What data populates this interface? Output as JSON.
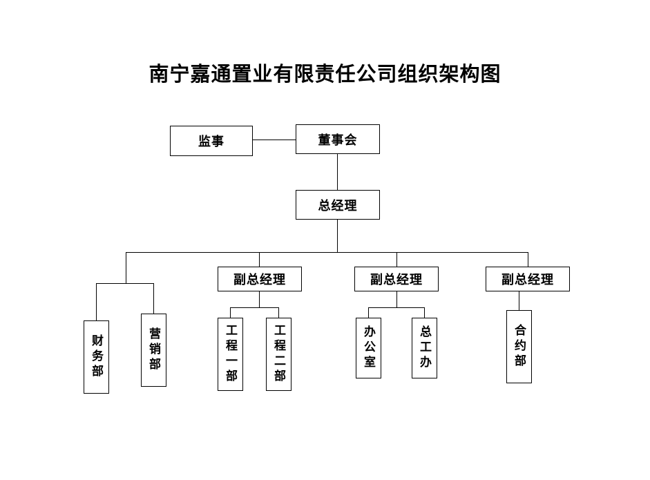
{
  "page": {
    "title": "南宁嘉通置业有限责任公司组织架构图"
  },
  "org": {
    "supervisor": {
      "label": "监事"
    },
    "board": {
      "label": "董事会"
    },
    "general_manager": {
      "label": "总经理"
    },
    "deputy_gm_1": {
      "label": "副总经理"
    },
    "deputy_gm_2": {
      "label": "副总经理"
    },
    "deputy_gm_3": {
      "label": "副总经理"
    },
    "finance_dept": {
      "label": "财务部"
    },
    "marketing_dept": {
      "label": "营销部"
    },
    "engineering_dept_1": {
      "label": "工程一部"
    },
    "engineering_dept_2": {
      "label": "工程二部"
    },
    "office": {
      "label": "办公室"
    },
    "chief_engineer_office": {
      "label": "总工办"
    },
    "contract_dept": {
      "label": "合约部"
    }
  },
  "hierarchy": {
    "edges": [
      {
        "from": "supervisor",
        "to": "board",
        "type": "lateral"
      },
      {
        "from": "board",
        "to": "general_manager",
        "type": "reports"
      },
      {
        "from": "general_manager",
        "to": "finance_dept",
        "type": "reports"
      },
      {
        "from": "general_manager",
        "to": "marketing_dept",
        "type": "reports"
      },
      {
        "from": "general_manager",
        "to": "deputy_gm_1",
        "type": "reports"
      },
      {
        "from": "general_manager",
        "to": "deputy_gm_2",
        "type": "reports"
      },
      {
        "from": "general_manager",
        "to": "deputy_gm_3",
        "type": "reports"
      },
      {
        "from": "deputy_gm_1",
        "to": "engineering_dept_1",
        "type": "reports"
      },
      {
        "from": "deputy_gm_1",
        "to": "engineering_dept_2",
        "type": "reports"
      },
      {
        "from": "deputy_gm_2",
        "to": "office",
        "type": "reports"
      },
      {
        "from": "deputy_gm_2",
        "to": "chief_engineer_office",
        "type": "reports"
      },
      {
        "from": "deputy_gm_3",
        "to": "contract_dept",
        "type": "reports"
      }
    ]
  }
}
